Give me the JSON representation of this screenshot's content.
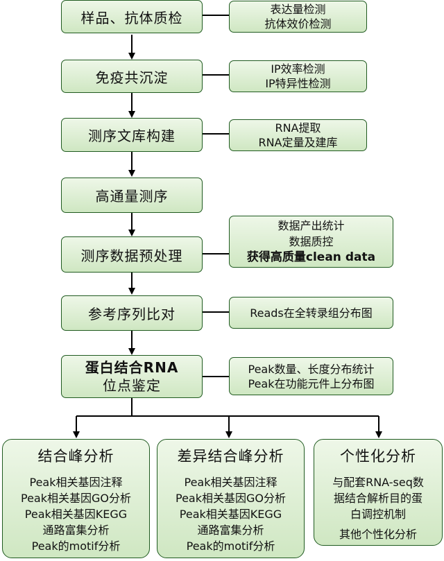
{
  "steps": [
    {
      "label": "样品、抗体质检",
      "details": [
        "表达量检测",
        "抗体效价检测"
      ]
    },
    {
      "label": "免疫共沉淀",
      "details": [
        "IP效率检测",
        "IP特异性检测"
      ]
    },
    {
      "label": "测序文库构建",
      "details": [
        "RNA提取",
        "RNA定量及建库"
      ]
    },
    {
      "label": "高通量测序",
      "details": []
    },
    {
      "label": "测序数据预处理",
      "details": [
        "数据产出统计",
        "数据质控",
        "获得高质量clean data"
      ]
    },
    {
      "label": "参考序列比对",
      "details": [
        "Reads在全转录组分布图"
      ]
    },
    {
      "label_line1": "蛋白结合RNA",
      "label_line2": "位点鉴定",
      "details": [
        "Peak数量、长度分布统计",
        "Peak在功能元件上分布图"
      ]
    }
  ],
  "analyses": [
    {
      "title": "结合峰分析",
      "lines": [
        "Peak相关基因注释",
        "Peak相关基因GO分析",
        "Peak相关基因KEGG",
        "通路富集分析",
        "Peak的motif分析"
      ]
    },
    {
      "title": "差异结合峰分析",
      "lines": [
        "Peak相关基因注释",
        "Peak相关基因GO分析",
        "Peak相关基因KEGG",
        "通路富集分析",
        "Peak的motif分析"
      ]
    },
    {
      "title": "个性化分析",
      "lines": [
        "与配套RNA-seq数",
        "据结合解析目的蛋",
        "白调控机制",
        "其他个性化分析"
      ]
    }
  ]
}
